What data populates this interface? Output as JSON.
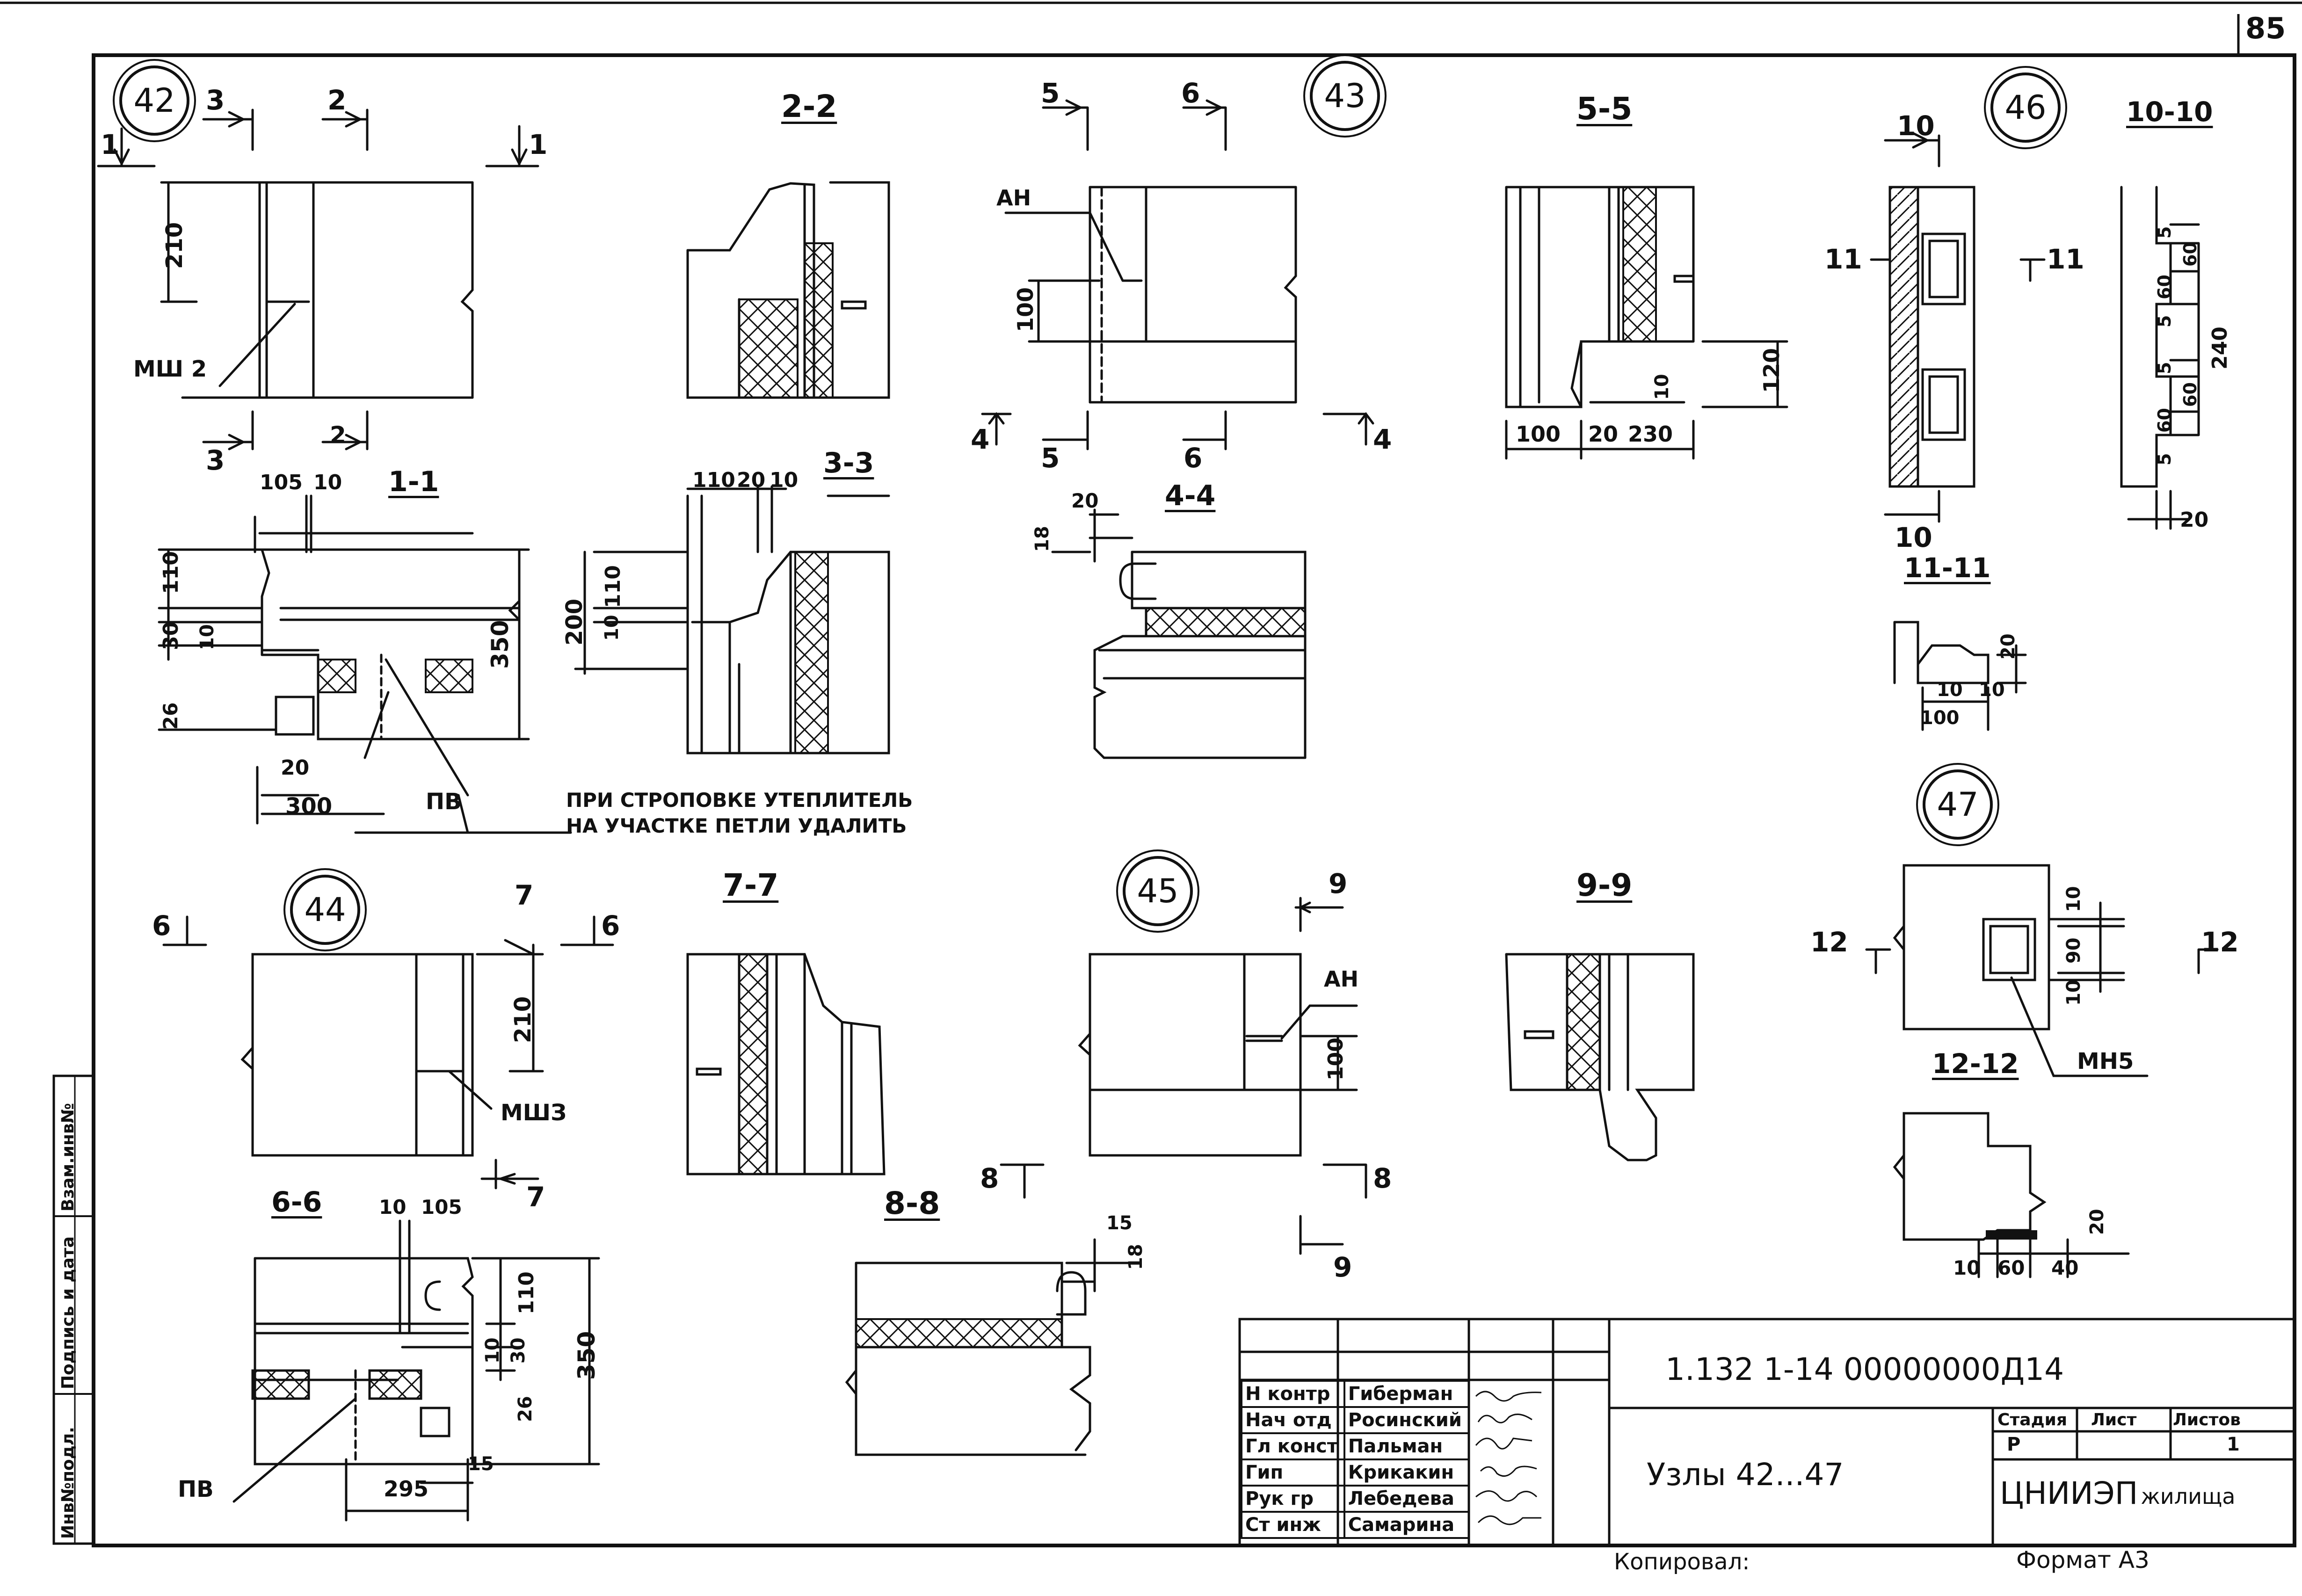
{
  "page": {
    "number": "85"
  },
  "nodes": [
    {
      "id": "n42",
      "label": "42"
    },
    {
      "id": "n43",
      "label": "43"
    },
    {
      "id": "n44",
      "label": "44"
    },
    {
      "id": "n45",
      "label": "45"
    },
    {
      "id": "n46",
      "label": "46"
    },
    {
      "id": "n47",
      "label": "47"
    }
  ],
  "sections": {
    "s1_1": "1-1",
    "s2_2": "2-2",
    "s3_3": "3-3",
    "s4_4": "4-4",
    "s5_5": "5-5",
    "s6_6": "6-6",
    "s7_7": "7-7",
    "s8_8": "8-8",
    "s9_9": "9-9",
    "s10_10": "10-10",
    "s11_11": "11-11",
    "s12_12": "12-12"
  },
  "cut_marks": {
    "c1": "1",
    "c2": "2",
    "c3": "3",
    "c4": "4",
    "c5": "5",
    "c6": "6",
    "c7": "7",
    "c8": "8",
    "c9": "9",
    "c10": "10",
    "c11": "11",
    "c12": "12"
  },
  "dimensions": {
    "d210": "210",
    "d100": "100",
    "d105": "105",
    "d10": "10",
    "d110": "110",
    "d30": "30",
    "d26": "26",
    "d350": "350",
    "d20": "20",
    "d300": "300",
    "d200": "200",
    "d18": "18",
    "d120": "120",
    "d230": "230",
    "d5": "5",
    "d60": "60",
    "d240": "240",
    "d90": "90",
    "d295": "295",
    "d15": "15",
    "d40": "40"
  },
  "annotations": {
    "msh2": "МШ 2",
    "msh3": "МШЗ",
    "an": "АН",
    "pv": "ПВ",
    "mn5": "МН5",
    "note_line1": "ПРИ СТРОПОВКЕ УТЕПЛИТЕЛЬ",
    "note_line2": "НА УЧАСТКЕ ПЕТЛИ УДАЛИТЬ"
  },
  "side_stamp": {
    "col1": "Инв№подл.",
    "col2": "Подпись и дата",
    "col3": "Взам.инв№"
  },
  "title_block": {
    "doc_code": "1.132 1-14 00000000Д14",
    "title": "Узлы 42...47",
    "stage_header": "Стадия",
    "sheet_header": "Лист",
    "sheets_header": "Листов",
    "stage": "Р",
    "sheet": "",
    "sheets": "1",
    "org": "ЦНИИЭП",
    "org_suffix": "жилища",
    "roles": [
      {
        "role": "Н контр",
        "name": "Гиберман"
      },
      {
        "role": "Нач отд",
        "name": "Росинский"
      },
      {
        "role": "Гл конст",
        "name": "Пальман"
      },
      {
        "role": "Гип",
        "name": "Крикакин"
      },
      {
        "role": "Рук гр",
        "name": "Лебедева"
      },
      {
        "role": "Ст инж",
        "name": "Самарина"
      }
    ],
    "copied": "Копировал:",
    "format": "Формат А3"
  }
}
